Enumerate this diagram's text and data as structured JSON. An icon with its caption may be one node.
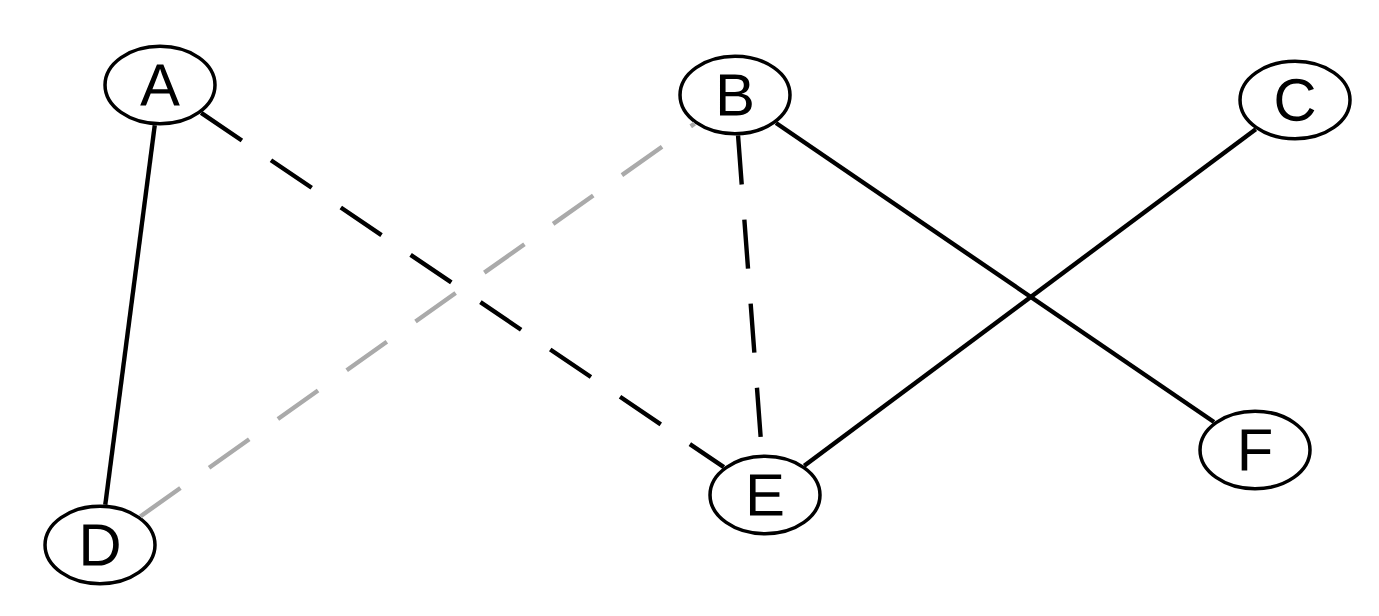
{
  "diagram": {
    "nodes": [
      {
        "text": [
          "A"
        ]
      },
      {
        "text": [
          "B"
        ]
      },
      {
        "text": [
          "C"
        ]
      },
      {
        "text": [
          "D"
        ]
      },
      {
        "text": [
          "E"
        ]
      },
      {
        "text": [
          "F"
        ]
      }
    ],
    "edges": [
      {
        "from": 0,
        "to": 3,
        "arrow": "none"
      },
      {
        "from": 0,
        "to": 4,
        "arrow": "none",
        "style": "dashed"
      },
      {
        "from": 3,
        "to": 1,
        "arrow": "none",
        "style": "dashed",
        "color": "#aaaaaa"
      },
      {
        "from": 1,
        "to": 4,
        "arrow": "none",
        "style": "dashed"
      },
      {
        "from": 1,
        "to": 5,
        "arrow": "none"
      },
      {
        "from": 2,
        "to": 4,
        "arrow": "none"
      }
    ]
  }
}
